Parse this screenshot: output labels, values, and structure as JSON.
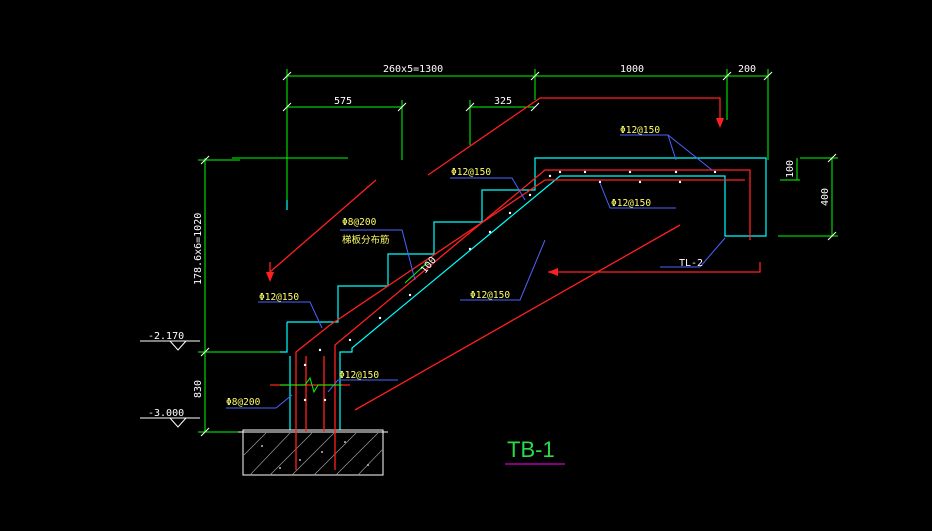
{
  "drawing": {
    "title": "TB-1",
    "dimensions": {
      "top_steps": "260x5=1300",
      "top_span": "1000",
      "top_end": "200",
      "mid_left": "575",
      "mid_right": "325",
      "vertical_height": "178.6x6=1020",
      "beam_top": "100",
      "beam_height": "400",
      "base_height": "830",
      "slab_thick": "100"
    },
    "levels": {
      "upper": "-2.170",
      "lower": "-3.000"
    },
    "rebar_labels": {
      "top_right": "Φ12@150",
      "upper_left": "Φ12@150",
      "under_slab": "Φ12@150",
      "distribution": "Φ8@200",
      "distribution_note": "梯板分布筋",
      "lower_left": "Φ12@150",
      "slab_bottom": "Φ12@150",
      "base_right": "Φ12@150",
      "base_left": "Φ8@200"
    },
    "beam_label": "TL-2",
    "colors": {
      "background": "#000000",
      "outline": "#00ffff",
      "rebar": "#ff2020",
      "dimension": "#00ff00",
      "leader": "#4a64ff",
      "text": "#ffff66",
      "title": "#2bd94a",
      "title_underline": "#d000d0"
    }
  }
}
